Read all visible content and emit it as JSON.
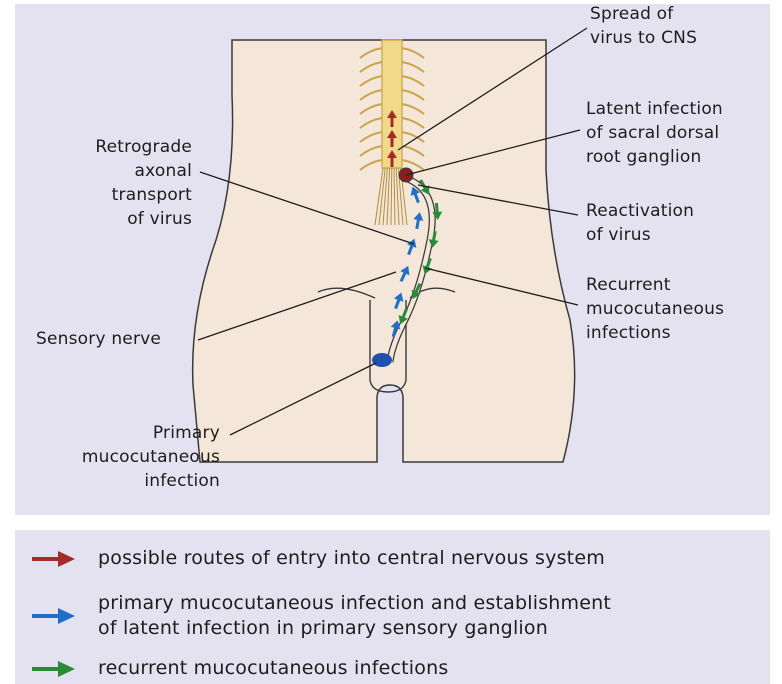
{
  "labels": {
    "spread": [
      "Spread of",
      "virus to CNS"
    ],
    "latent": [
      "Latent infection",
      "of sacral dorsal",
      "root ganglion"
    ],
    "retrograde": [
      "Retrograde",
      "axonal",
      "transport",
      "of virus"
    ],
    "reactivation": [
      "Reactivation",
      "of virus"
    ],
    "recurrent": [
      "Recurrent",
      "mucocutaneous",
      "infections"
    ],
    "sensory": [
      "Sensory nerve"
    ],
    "primary": [
      "Primary",
      "mucocutaneous",
      "infection"
    ]
  },
  "legend": [
    {
      "color": "#a52a2a",
      "lines": [
        "possible routes of entry into central nervous system"
      ]
    },
    {
      "color": "#1f6fc7",
      "lines": [
        "primary mucocutaneous infection and establishment",
        "of latent infection in primary sensory ganglion"
      ]
    },
    {
      "color": "#2a8a3a",
      "lines": [
        "recurrent mucocutaneous infections"
      ]
    }
  ],
  "colors": {
    "panel": "#e4e2f1",
    "body": "#f4e6d8",
    "spine": "#f2d98a",
    "cns_arrow": "#a52a2a",
    "primary_arrow": "#1f6fc7",
    "recurrent_arrow": "#2a8a3a"
  }
}
